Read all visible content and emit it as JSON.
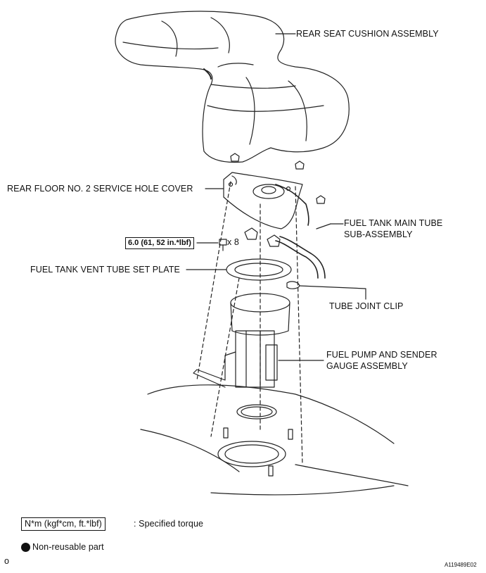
{
  "labels": {
    "rear_seat": "REAR SEAT CUSHION ASSEMBLY",
    "service_hole": "REAR FLOOR NO. 2 SERVICE HOLE COVER",
    "main_tube_1": "FUEL TANK MAIN TUBE",
    "main_tube_2": "SUB-ASSEMBLY",
    "vent_plate": "FUEL TANK VENT TUBE SET PLATE",
    "joint_clip": "TUBE JOINT CLIP",
    "pump_1": "FUEL PUMP AND SENDER",
    "pump_2": "GAUGE ASSEMBLY"
  },
  "torque": {
    "value": "6.0 (61, 52 in.*lbf)",
    "qty": "x 8"
  },
  "legend": {
    "torque_unit": "N*m (kgf*cm, ft.*lbf)",
    "torque_desc": ": Specified torque",
    "nonreusable": "Non-reusable part"
  },
  "footer": {
    "corner_mark": "o",
    "figure_id": "A119489E02"
  }
}
